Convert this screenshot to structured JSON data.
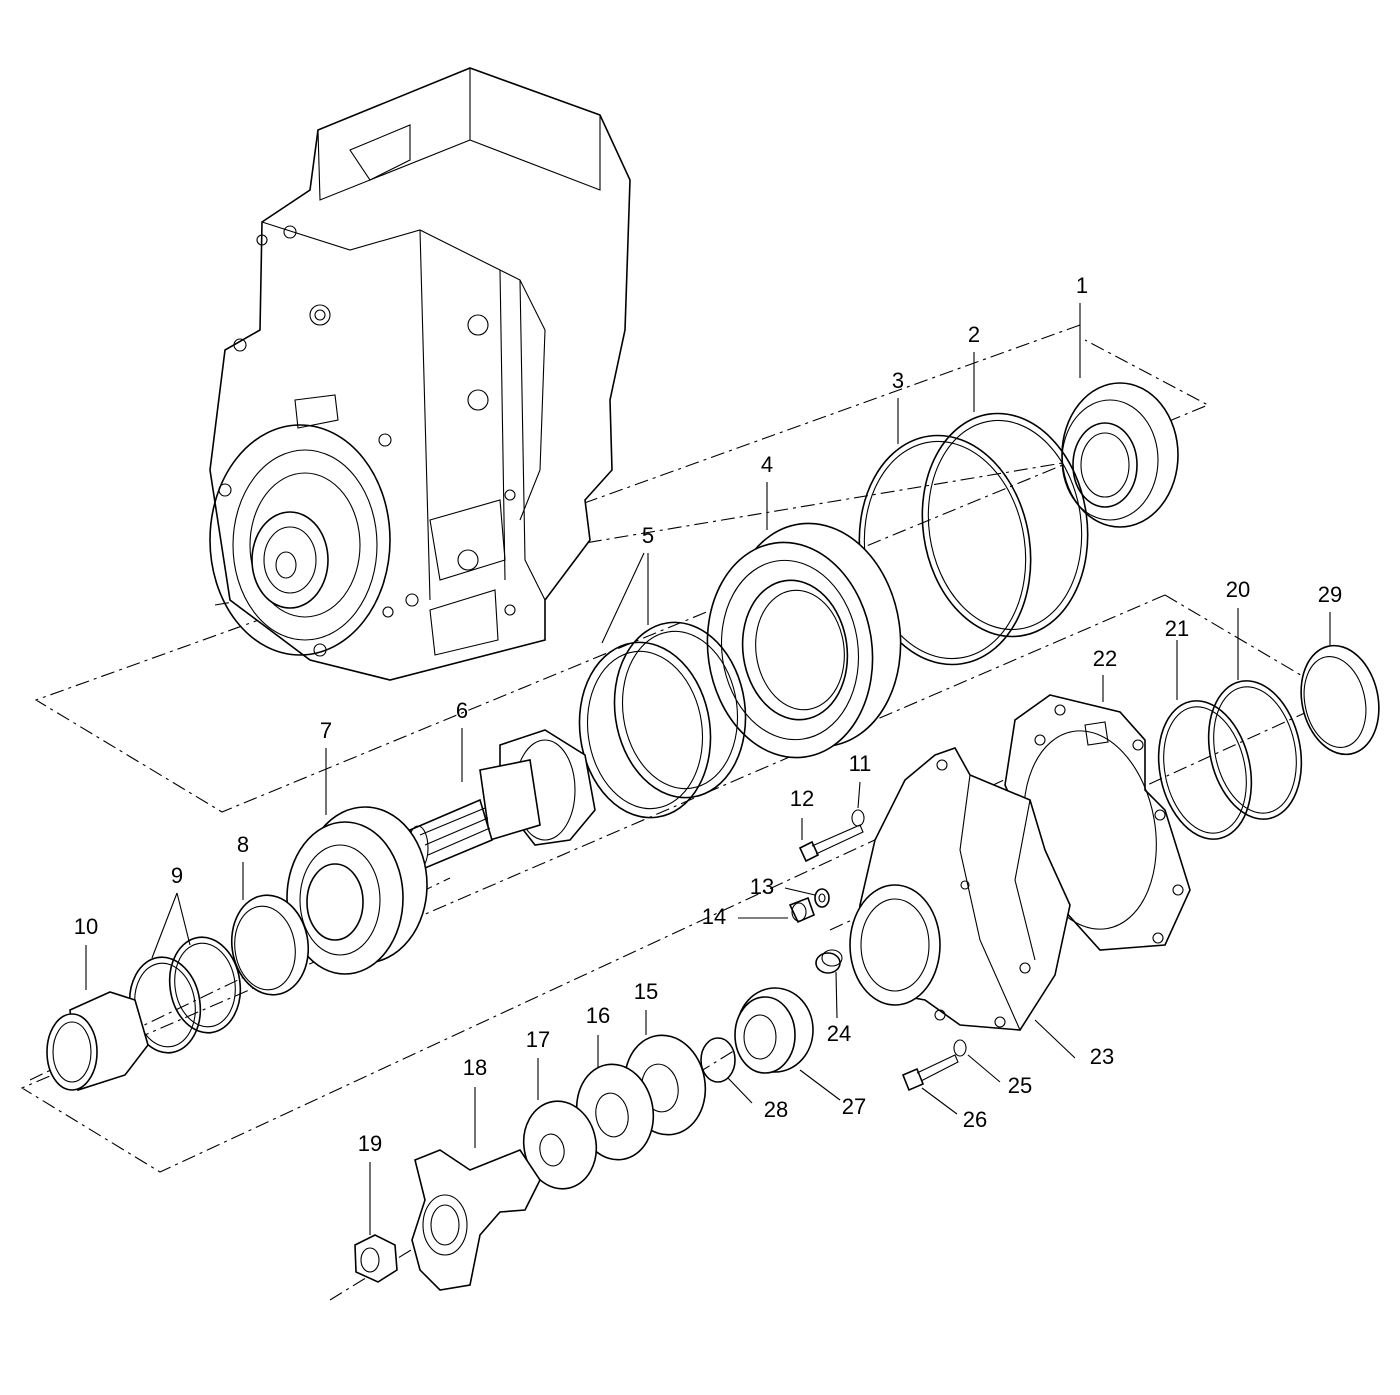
{
  "callouts": [
    {
      "id": "1",
      "label": "1"
    },
    {
      "id": "2",
      "label": "2"
    },
    {
      "id": "3",
      "label": "3"
    },
    {
      "id": "4",
      "label": "4"
    },
    {
      "id": "5",
      "label": "5"
    },
    {
      "id": "6",
      "label": "6"
    },
    {
      "id": "7",
      "label": "7"
    },
    {
      "id": "8",
      "label": "8"
    },
    {
      "id": "9",
      "label": "9"
    },
    {
      "id": "10",
      "label": "10"
    },
    {
      "id": "11",
      "label": "11"
    },
    {
      "id": "12",
      "label": "12"
    },
    {
      "id": "13",
      "label": "13"
    },
    {
      "id": "14",
      "label": "14"
    },
    {
      "id": "15",
      "label": "15"
    },
    {
      "id": "16",
      "label": "16"
    },
    {
      "id": "17",
      "label": "17"
    },
    {
      "id": "18",
      "label": "18"
    },
    {
      "id": "19",
      "label": "19"
    },
    {
      "id": "20",
      "label": "20"
    },
    {
      "id": "21",
      "label": "21"
    },
    {
      "id": "22",
      "label": "22"
    },
    {
      "id": "23",
      "label": "23"
    },
    {
      "id": "24",
      "label": "24"
    },
    {
      "id": "25",
      "label": "25"
    },
    {
      "id": "26",
      "label": "26"
    },
    {
      "id": "27",
      "label": "27"
    },
    {
      "id": "28",
      "label": "28"
    },
    {
      "id": "29",
      "label": "29"
    }
  ],
  "colors": {
    "ink": "#000000",
    "paper": "#ffffff"
  }
}
